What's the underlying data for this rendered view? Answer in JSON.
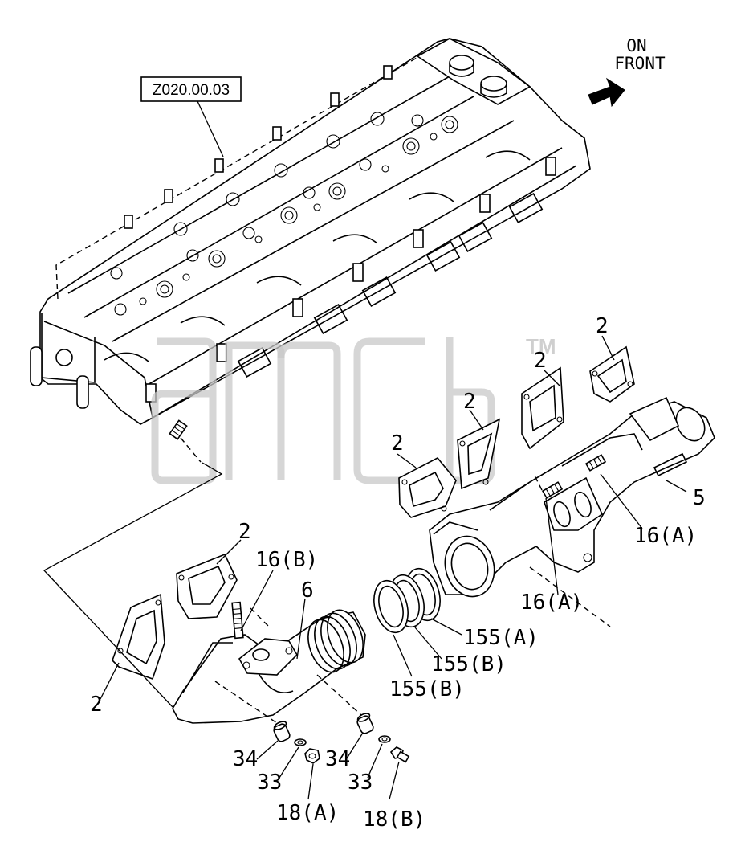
{
  "reference_code": "Z020.00.03",
  "direction": {
    "line1": "ON",
    "line2": "FRONT"
  },
  "watermark": "TM",
  "labels": {
    "gasket_2": "2",
    "manifold_5": "5",
    "pipe_6": "6",
    "stud_16a": "16(A)",
    "stud_16b": "16(B)",
    "ring_155a": "155(A)",
    "ring_155b": "155(B)",
    "collar_34": "34",
    "washer_33": "33",
    "bolt_18a": "18(A)",
    "bolt_18b": "18(B)"
  }
}
